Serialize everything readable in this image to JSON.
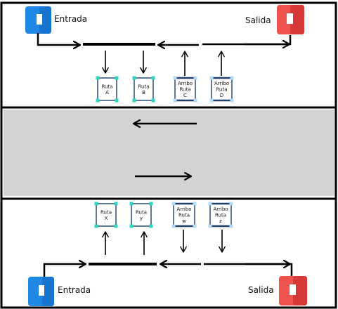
{
  "top": {
    "entrance": {
      "label": "Entrada",
      "color": "#1e88e5"
    },
    "exit": {
      "label": "Salida",
      "color": "#e53935"
    },
    "slots": [
      {
        "lines": [
          "Ruta",
          "A"
        ],
        "style": "route"
      },
      {
        "lines": [
          "Ruta",
          "B"
        ],
        "style": "route"
      },
      {
        "lines": [
          "Arribo",
          "Ruta",
          "C"
        ],
        "style": "arrival"
      },
      {
        "lines": [
          "Arribo",
          "Ruta",
          "D"
        ],
        "style": "arrival"
      }
    ]
  },
  "road": {
    "color": "#d3d3d3",
    "lanes": [
      {
        "direction": "left"
      },
      {
        "direction": "right"
      }
    ]
  },
  "bottom": {
    "entrance": {
      "label": "Entrada",
      "color": "#1e88e5"
    },
    "exit": {
      "label": "Salida",
      "color": "#e53935"
    },
    "slots": [
      {
        "lines": [
          "Ruta",
          "X"
        ],
        "style": "route"
      },
      {
        "lines": [
          "Ruta",
          "y"
        ],
        "style": "route"
      },
      {
        "lines": [
          "Arribo",
          "Ruta",
          "w"
        ],
        "style": "arrival"
      },
      {
        "lines": [
          "Arribo",
          "Ruta",
          "z"
        ],
        "style": "arrival"
      }
    ]
  },
  "colors": {
    "route_handle": "#2ed5c0",
    "arrival_handle": "#b3dcf5",
    "box_border": "#1f3f6b",
    "outline": "#000000"
  }
}
